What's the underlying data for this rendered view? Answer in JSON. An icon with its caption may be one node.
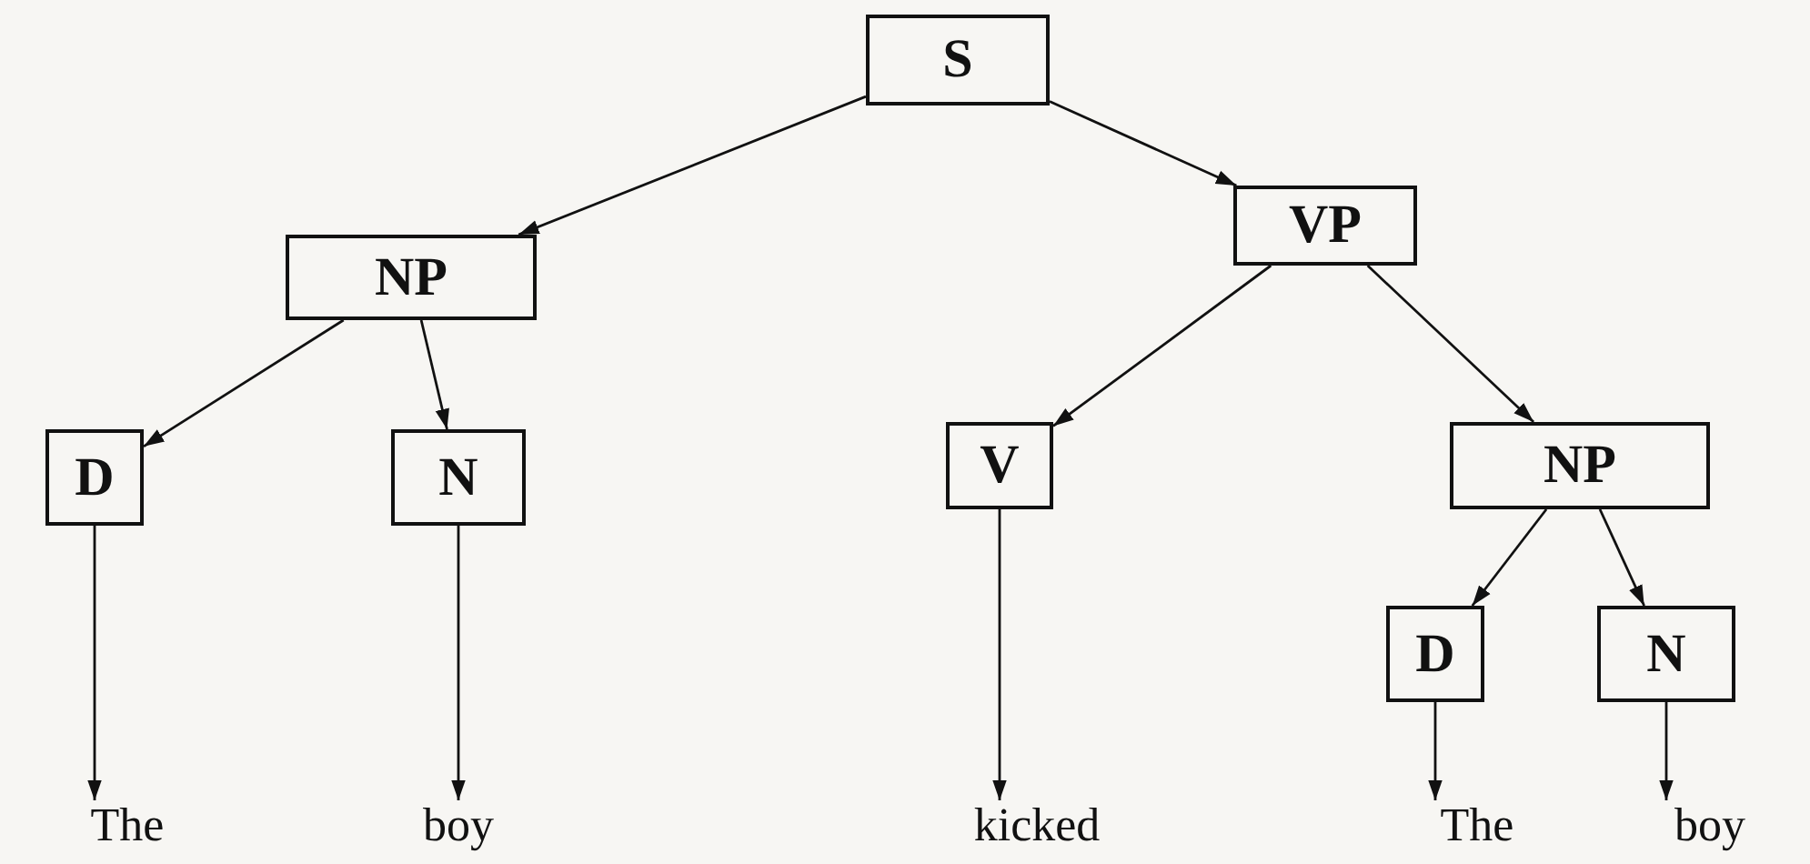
{
  "diagram": {
    "nodes": [
      {
        "text": [
          "S"
        ]
      },
      {
        "text": [
          "NP"
        ]
      },
      {
        "text": [
          "VP"
        ]
      },
      {
        "text": [
          "D"
        ]
      },
      {
        "text": [
          "N"
        ]
      },
      {
        "text": [
          "V"
        ]
      },
      {
        "text": [
          "NP"
        ]
      },
      {
        "text": [
          "D"
        ]
      },
      {
        "text": [
          "N"
        ]
      },
      {
        "text": [
          "The"
        ]
      },
      {
        "text": [
          "boy"
        ]
      },
      {
        "text": [
          "kicked"
        ]
      },
      {
        "text": [
          "The"
        ]
      },
      {
        "text": [
          "boy"
        ]
      }
    ],
    "edges": [
      {
        "from": 0,
        "to": 1,
        "arrow": "to"
      },
      {
        "from": 0,
        "to": 2,
        "arrow": "to"
      },
      {
        "from": 1,
        "to": 3,
        "arrow": "to"
      },
      {
        "from": 1,
        "to": 4,
        "arrow": "to"
      },
      {
        "from": 2,
        "to": 5,
        "arrow": "to"
      },
      {
        "from": 2,
        "to": 6,
        "arrow": "to"
      },
      {
        "from": 6,
        "to": 7,
        "arrow": "to"
      },
      {
        "from": 6,
        "to": 8,
        "arrow": "to"
      },
      {
        "from": 3,
        "to": 9,
        "arrow": "to"
      },
      {
        "from": 4,
        "to": 10,
        "arrow": "to"
      },
      {
        "from": 5,
        "to": 11,
        "arrow": "to"
      },
      {
        "from": 7,
        "to": 12,
        "arrow": "to"
      },
      {
        "from": 8,
        "to": 13,
        "arrow": "to"
      }
    ]
  }
}
